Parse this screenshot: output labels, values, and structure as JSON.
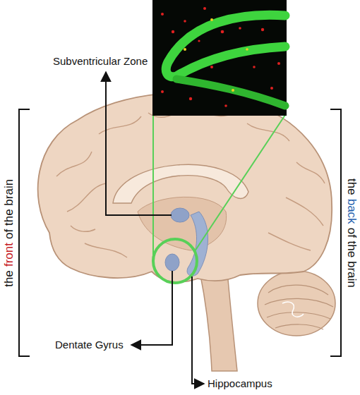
{
  "diagram": {
    "labels": [
      "Subventricular Zone",
      "the",
      "front",
      "of the brain",
      "the",
      "back",
      "of the brain",
      "Dentate Gyrus",
      "Hippocampus"
    ]
  }
}
